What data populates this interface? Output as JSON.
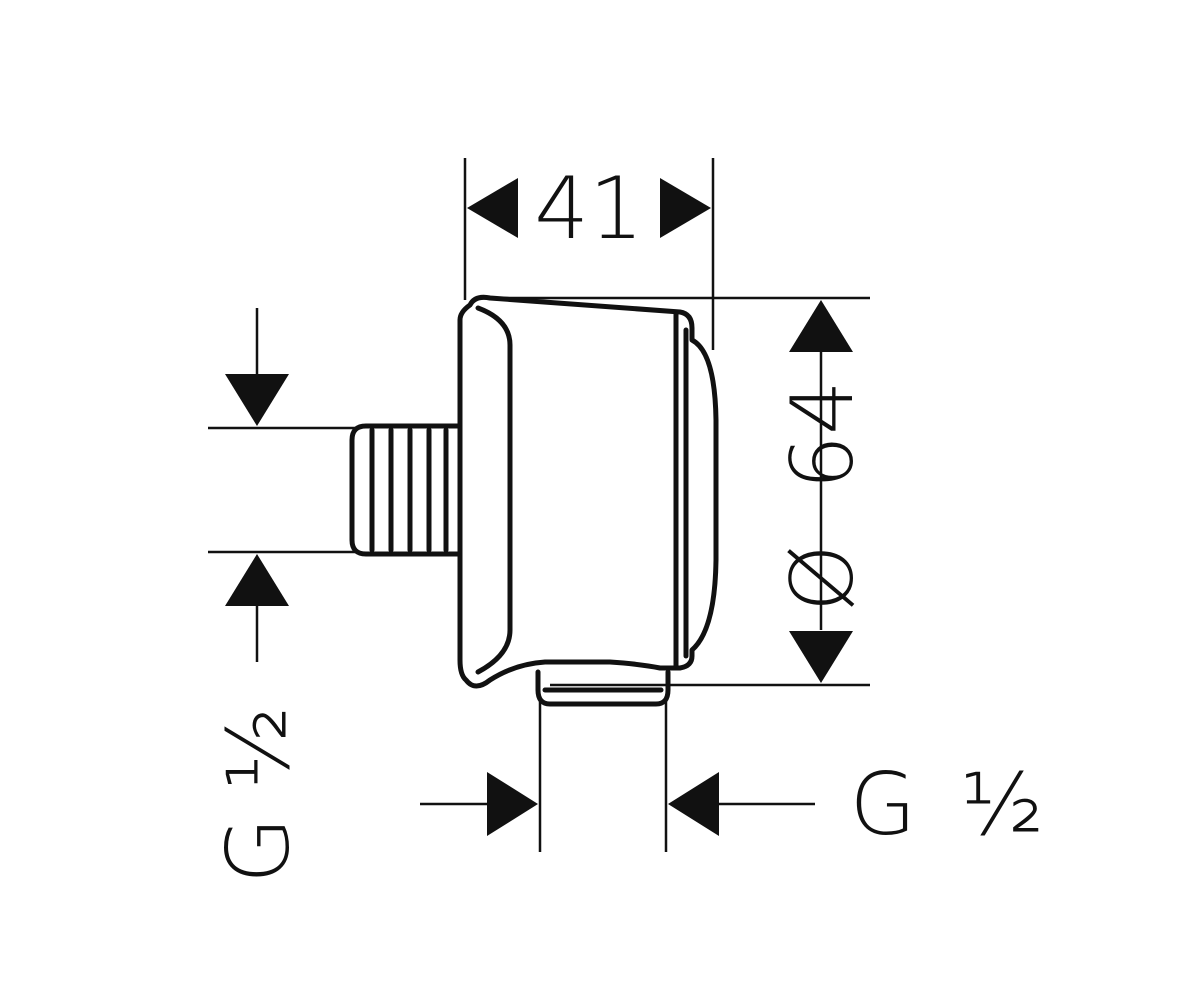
{
  "drawing": {
    "dimension_width": "41",
    "dimension_diameter_symbol": "Ø",
    "dimension_diameter_value": "64",
    "thread_left": "G ½",
    "thread_bottom_letter": "G",
    "thread_bottom_fraction": "½",
    "colors": {
      "line": "#111111",
      "background": "#ffffff"
    }
  }
}
